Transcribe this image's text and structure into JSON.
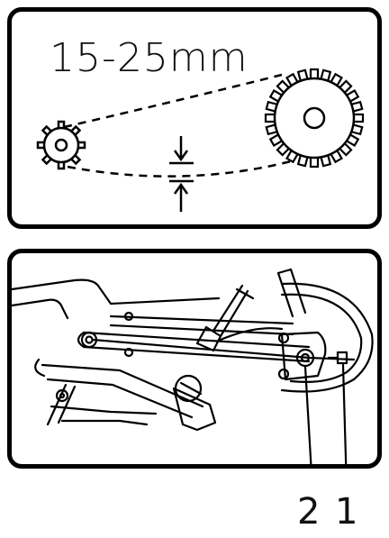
{
  "top_panel": {
    "gap_label": "15-25mm"
  },
  "bottom_panel": {
    "callouts": [
      "2",
      "1"
    ]
  },
  "icons": [
    "small-sprocket-icon",
    "large-chainring-icon",
    "arrow-down-icon",
    "arrow-up-icon",
    "adjuster-bolt-icon"
  ]
}
